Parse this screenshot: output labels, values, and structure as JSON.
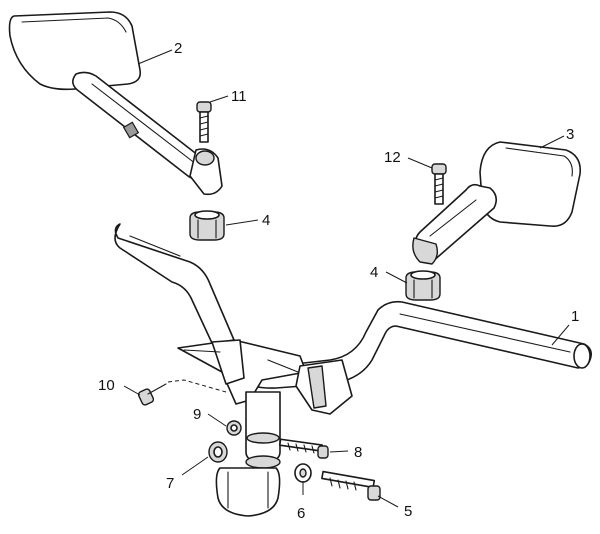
{
  "callouts": {
    "c1": "1",
    "c2": "2",
    "c3": "3",
    "c4a": "4",
    "c4b": "4",
    "c5": "5",
    "c6": "6",
    "c7": "7",
    "c8": "8",
    "c9": "9",
    "c10": "10",
    "c11": "11",
    "c12": "12"
  },
  "colors": {
    "stroke": "#1a1a1a",
    "fill": "#ffffff",
    "shade": "#d8d8d8"
  }
}
